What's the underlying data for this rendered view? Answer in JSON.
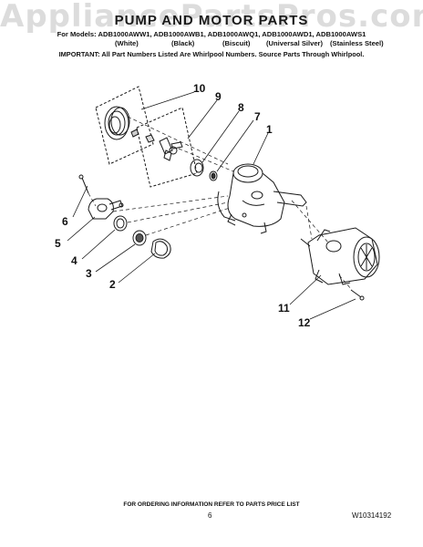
{
  "watermark": "AppliancePartsPros.com",
  "title": "PUMP AND MOTOR PARTS",
  "models_line": "For Models: ADB1000AWW1, ADB1000AWB1, ADB1000AWQ1, ADB1000AWD1, ADB1000AWS1",
  "colors": [
    "(White)",
    "(Black)",
    "(Biscuit)",
    "(Universal Silver)",
    "(Stainless Steel)"
  ],
  "important": "IMPORTANT: All Part Numbers Listed Are Whirlpool Numbers. Source Parts Through Whirlpool.",
  "callouts": [
    "1",
    "2",
    "3",
    "4",
    "5",
    "6",
    "7",
    "8",
    "9",
    "10",
    "11",
    "12"
  ],
  "footer": "FOR ORDERING INFORMATION REFER TO PARTS PRICE LIST",
  "page_number": "6",
  "document_number": "W10314192"
}
